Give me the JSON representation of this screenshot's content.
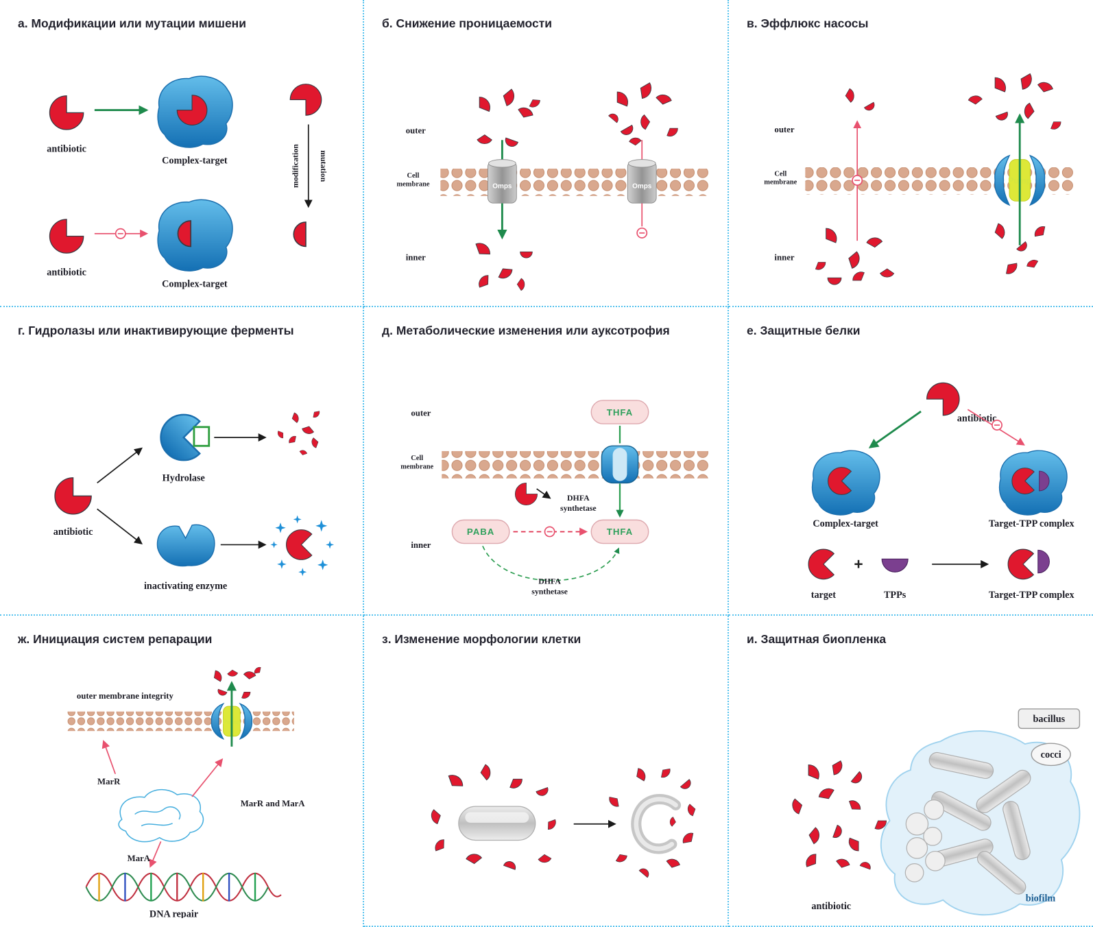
{
  "palette": {
    "antibiotic_red": "#e0182e",
    "protein_blue": "#2f8fce",
    "membrane_tan": "#d9a88e",
    "arrow_green": "#1e8a4c",
    "arrow_red": "#e8516e",
    "panel_border": "#55c2ee",
    "enzyme_purple": "#7b3f8f"
  },
  "panel_a": {
    "title": "а. Модификации или мутации мишени",
    "antibiotic1": "antibiotic",
    "complex1": "Complex-target",
    "antibiotic2": "antibiotic",
    "complex2": "Complex-target",
    "modification": "modification",
    "mutation": "mutation"
  },
  "panel_b": {
    "title": "б. Снижение проницаемости",
    "outer": "outer",
    "cell": "Cell",
    "membrane": "membrane",
    "inner": "inner",
    "omps1": "Omps",
    "omps2": "Omps"
  },
  "panel_v": {
    "title": "в. Эффлюкс насосы",
    "outer": "outer",
    "cell": "Cell",
    "membrane": "membrane",
    "inner": "inner",
    "pump": "Pump"
  },
  "panel_g": {
    "title": "г. Гидролазы или инактивирующие ферменты",
    "antibiotic": "antibiotic",
    "hydrolase": "Hydrolase",
    "inactivating_enzyme": "inactivating enzyme"
  },
  "panel_d": {
    "title": "д. Метаболические изменения или ауксотрофия",
    "outer": "outer",
    "cell": "Cell",
    "membrane": "membrane",
    "inner": "inner",
    "thfa_outer": "THFA",
    "thfa_inner": "THFA",
    "paba": "PABA",
    "dhfa_a1": "DHFA",
    "dhfa_a2": "synthetase",
    "dhfa_b1": "DHFA",
    "dhfa_b2": "synthetase"
  },
  "panel_e": {
    "title": "е. Защитные белки",
    "antibiotic": "antibiotic",
    "complex_target": "Complex-target",
    "target_tpp_top": "Target-TPP complex",
    "target": "target",
    "plus": "+",
    "tpps": "TPPs",
    "target_tpp_bottom": "Target-TPP complex"
  },
  "panel_zh": {
    "title": "ж. Инициация систем репарации",
    "outer_membrane_integrity": "outer membrane  integrity",
    "pump": "Pump",
    "marr": "MarR",
    "marr_and_mara": "MarR and MarA",
    "mara": "MarA",
    "dna_repair": "DNA repair"
  },
  "panel_z": {
    "title": "з. Изменение морфологии клетки"
  },
  "panel_i": {
    "title": "и. Защитная биопленка",
    "bacillus": "bacillus",
    "cocci": "cocci",
    "antibiotic": "antibiotic",
    "biofilm": "biofilm"
  }
}
